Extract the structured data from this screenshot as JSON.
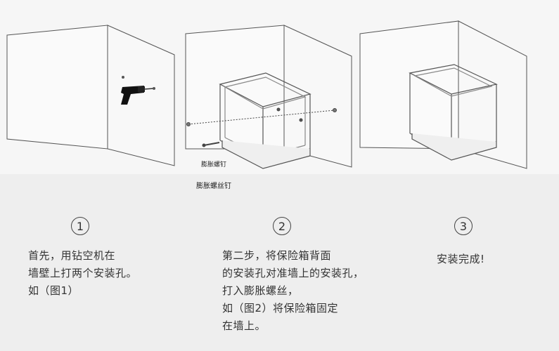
{
  "labels": {
    "anchor_small": "膨胀螺钉",
    "anchor_main": "膨胀螺丝钉"
  },
  "steps": [
    {
      "number": "1",
      "lines": [
        "首先，用钻空机在",
        "墙壁上打两个安装孔。",
        "如（图1）"
      ]
    },
    {
      "number": "2",
      "lines": [
        "第二步，将保险箱背面",
        "的安装孔对准墙上的安装孔，",
        "打入膨胀螺丝，",
        "如（图2）将保险箱固定",
        "在墙上。"
      ]
    },
    {
      "number": "3",
      "lines": [
        "安装完成!"
      ]
    }
  ]
}
